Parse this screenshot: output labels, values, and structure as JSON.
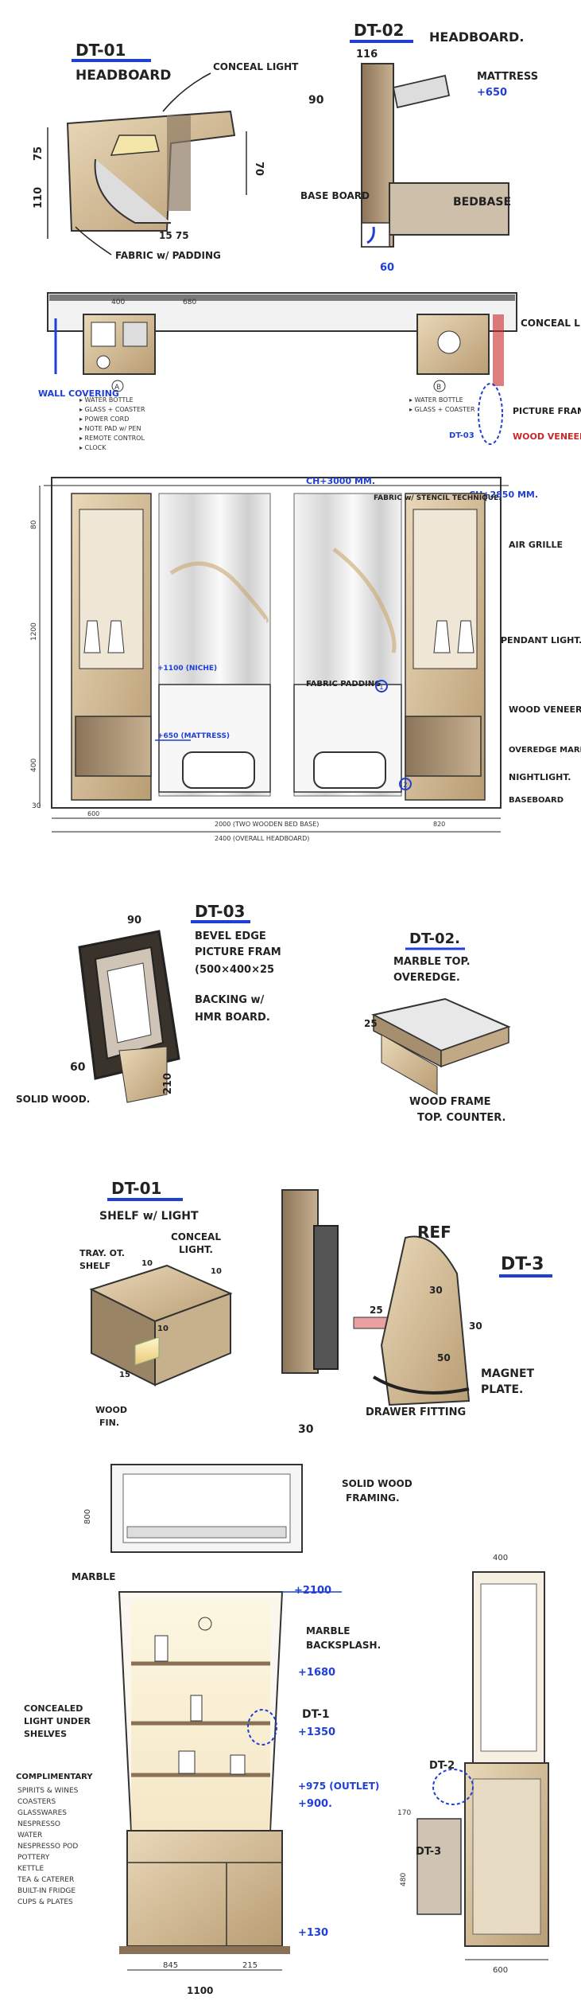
{
  "sheet1": {
    "dt01_title": "DT-01",
    "dt01_sub": "HEADBOARD",
    "conceal_light": "CONCEAL LIGHT",
    "dim_75": "75",
    "dim_110": "110",
    "dim_70": "70",
    "dim_15_75": "15 75",
    "fabric_padding": "FABRIC w/ PADDING",
    "dt02_title": "DT-02",
    "dt02_sub": "HEADBOARD.",
    "dim_116": "116",
    "dim_90": "90",
    "mattress": "MATTRESS",
    "mattress_level": "+650",
    "base_board": "BASE BOARD",
    "bedbase": "BEDBASE",
    "dim_60": "60"
  },
  "sheet2": {
    "dim_400": "400",
    "dim_680": "680",
    "conceal_light": "CONCEAL LIGHT.",
    "wall_covering": "WALL COVERING",
    "marker_a": "A",
    "marker_b": "B",
    "list_left": [
      "▸ WATER BOTTLE",
      "▸ GLASS + COASTER",
      "▸ POWER CORD",
      "▸ NOTE PAD w/ PEN",
      "▸ REMOTE CONTROL",
      "▸ CLOCK"
    ],
    "list_right": [
      "▸ WATER BOTTLE",
      "▸ GLASS + COASTER"
    ],
    "picture_frame": "PICTURE FRAME",
    "dt03": "DT-03",
    "wood_veneer": "WOOD VENEER"
  },
  "sheet3": {
    "ch3000": "CH+3000 MM.",
    "ch2850": "CH+2850 MM.",
    "fabric_stencil": "FABRIC w/ STENCIL TECHNIQUE.",
    "air_grille": "AIR GRILLE",
    "pendant_light": "PENDANT LIGHT.",
    "fabric_padding": "FABRIC PADDING",
    "wood_veneer": "WOOD VENEER",
    "marble_top": "OVEREDGE MARBLE TOP.",
    "night_light": "NIGHTLIGHT.",
    "base_board": "BASEBOARD",
    "mattress": "+650 (MATTRESS)",
    "level_1100": "+1100 (NICHE)",
    "dim_1200": "1200",
    "dim_400": "400",
    "dim_80": "80",
    "dim_30": "30",
    "dim_2000": "2000 (TWO WOODEN BED BASE)",
    "dim_2400": "2400 (OVERALL HEADBOARD)",
    "dim_600": "600",
    "dim_820": "820",
    "marker_1": "1",
    "marker_2": "2"
  },
  "sheet4": {
    "dt03_title": "DT-03",
    "desc1": "BEVEL EDGE",
    "desc2": "PICTURE FRAM",
    "desc3": "(500×400×25",
    "desc4": "BACKING w/",
    "desc5": "HMR BOARD.",
    "dim_90": "90",
    "dim_60": "60",
    "dim_210": "210",
    "solid_wood": "SOLID WOOD.",
    "dt02_title": "DT-02.",
    "marble1": "MARBLE TOP.",
    "marble2": "OVEREDGE.",
    "dim_25": "25",
    "wood_frame1": "WOOD FRAME",
    "wood_frame2": "TOP. COUNTER."
  },
  "sheet5": {
    "dt01_title": "DT-01",
    "shelf_light": "SHELF w/ LIGHT",
    "conceal1": "CONCEAL",
    "conceal2": "LIGHT.",
    "tray1": "TRAY. OT.",
    "tray2": "SHELF",
    "dim_10a": "10",
    "dim_10b": "10",
    "dim_10c": "10",
    "dim_15": "15",
    "wood_fin1": "WOOD",
    "wood_fin2": "FIN.",
    "ref": "REF",
    "dt3": "DT-3",
    "dim_25": "25",
    "dim_30a": "30",
    "dim_30b": "30",
    "dim_50": "50",
    "dim_30c": "30",
    "magnet1": "MAGNET",
    "magnet2": "PLATE.",
    "drawer": "DRAWER FITTING"
  },
  "sheet6": {
    "solid_wood1": "SOLID WOOD",
    "solid_wood2": "FRAMING.",
    "dim_800": "800",
    "marble": "MARBLE",
    "lvl_2100": "+2100",
    "lvl_1680": "+1680",
    "lvl_1350": "+1350",
    "lvl_975": "+975 (OUTLET)",
    "lvl_900": "+900.",
    "lvl_130": "+130",
    "marble_bs1": "MARBLE",
    "marble_bs2": "BACKSPLASH.",
    "dt1": "DT-1",
    "dt2": "DT-2",
    "dt3": "DT-3",
    "conceal1": "CONCEALED",
    "conceal2": "LIGHT UNDER",
    "conceal3": "SHELVES",
    "compl_title": "COMPLIMENTARY",
    "compl_items": [
      "SPIRITS & WINES",
      "COASTERS",
      "GLASSWARES",
      "NESPRESSO",
      "WATER",
      "NESPRESSO POD",
      "POTTERY",
      "KETTLE",
      "TEA & CATERER",
      "BUILT-IN FRIDGE",
      "CUPS & PLATES"
    ],
    "dim_845": "845",
    "dim_215": "215",
    "dim_1100": "1100",
    "dim_400": "400",
    "dim_600": "600",
    "dim_170": "170",
    "dim_480": "480"
  }
}
